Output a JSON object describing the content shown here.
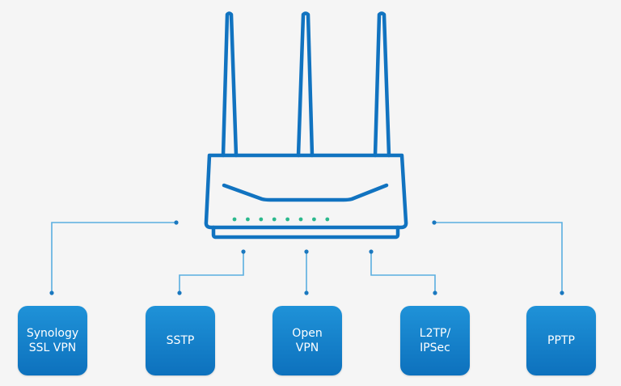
{
  "diagram": {
    "type": "network-topology",
    "center_device": {
      "name": "router",
      "antennas": 3,
      "status_leds": 8
    },
    "colors": {
      "background": "#f5f5f5",
      "router_stroke": "#1173c0",
      "connector_line": "#5aaee0",
      "connector_dot": "#1a78bf",
      "led": "#2bb98d",
      "box_top": "#1f92d8",
      "box_bottom": "#0d71bd",
      "box_text": "#ffffff"
    },
    "protocols": [
      {
        "id": "synology-ssl-vpn",
        "lines": [
          "Synology",
          "SSL VPN"
        ]
      },
      {
        "id": "sstp",
        "lines": [
          "SSTP"
        ]
      },
      {
        "id": "openvpn",
        "lines": [
          "Open",
          "VPN"
        ]
      },
      {
        "id": "l2tp-ipsec",
        "lines": [
          "L2TP/",
          "IPSec"
        ]
      },
      {
        "id": "pptp",
        "lines": [
          "PPTP"
        ]
      }
    ]
  }
}
